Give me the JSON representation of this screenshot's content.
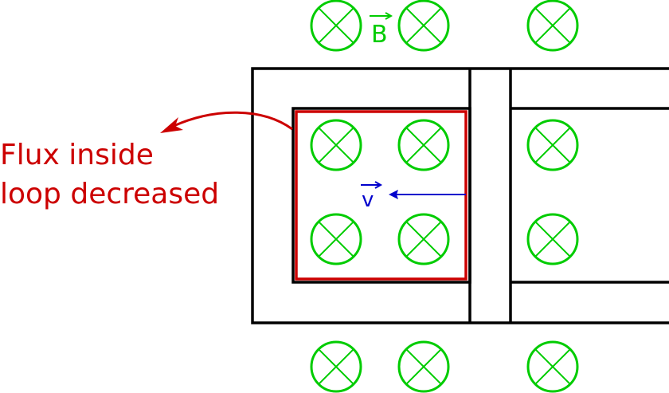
{
  "labels": {
    "field": "B",
    "velocity": "v",
    "annotation_line1": "Flux inside",
    "annotation_line2": "loop decreased"
  },
  "colors": {
    "field": "#00cc00",
    "velocity": "#0000cc",
    "annotation": "#cc0000",
    "rails": "#000000"
  },
  "icons": {
    "field_symbol": "x-in-circle-icon"
  }
}
